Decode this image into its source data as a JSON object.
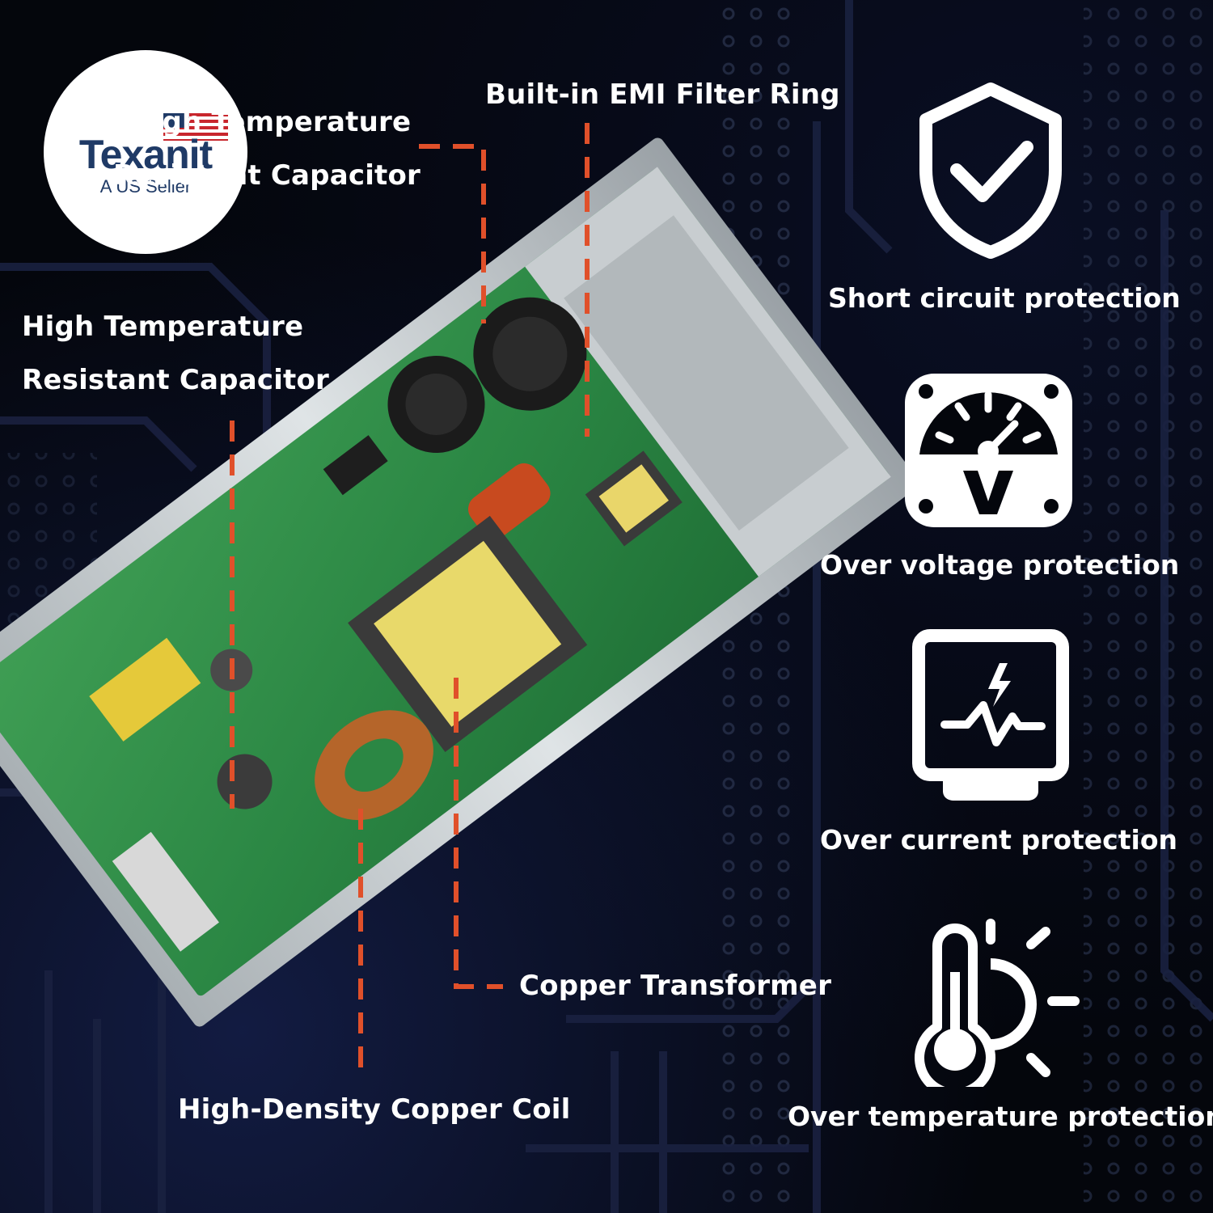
{
  "brand": {
    "name": "Texanit",
    "tagline": "A US Seller",
    "flag_icon": "us-flag-icon",
    "text_color": "#1f3a66"
  },
  "callouts": {
    "emi_filter": "Built-in EMI Filter Ring",
    "capacitor_top_line1": "High Temperature",
    "capacitor_top_line2": "Resistant Capacitor",
    "capacitor_left_line1": "High Temperature",
    "capacitor_left_line2": "Resistant Capacitor",
    "copper_transformer": "Copper Transformer",
    "copper_coil": "High-Density Copper Coil",
    "line_color": "#e0502a"
  },
  "features": [
    {
      "icon": "shield-check-icon",
      "label": "Short circuit protection"
    },
    {
      "icon": "voltmeter-icon",
      "label": "Over voltage protection"
    },
    {
      "icon": "current-monitor-icon",
      "label": "Over current protection"
    },
    {
      "icon": "thermometer-sun-icon",
      "label": "Over temperature protection"
    }
  ]
}
